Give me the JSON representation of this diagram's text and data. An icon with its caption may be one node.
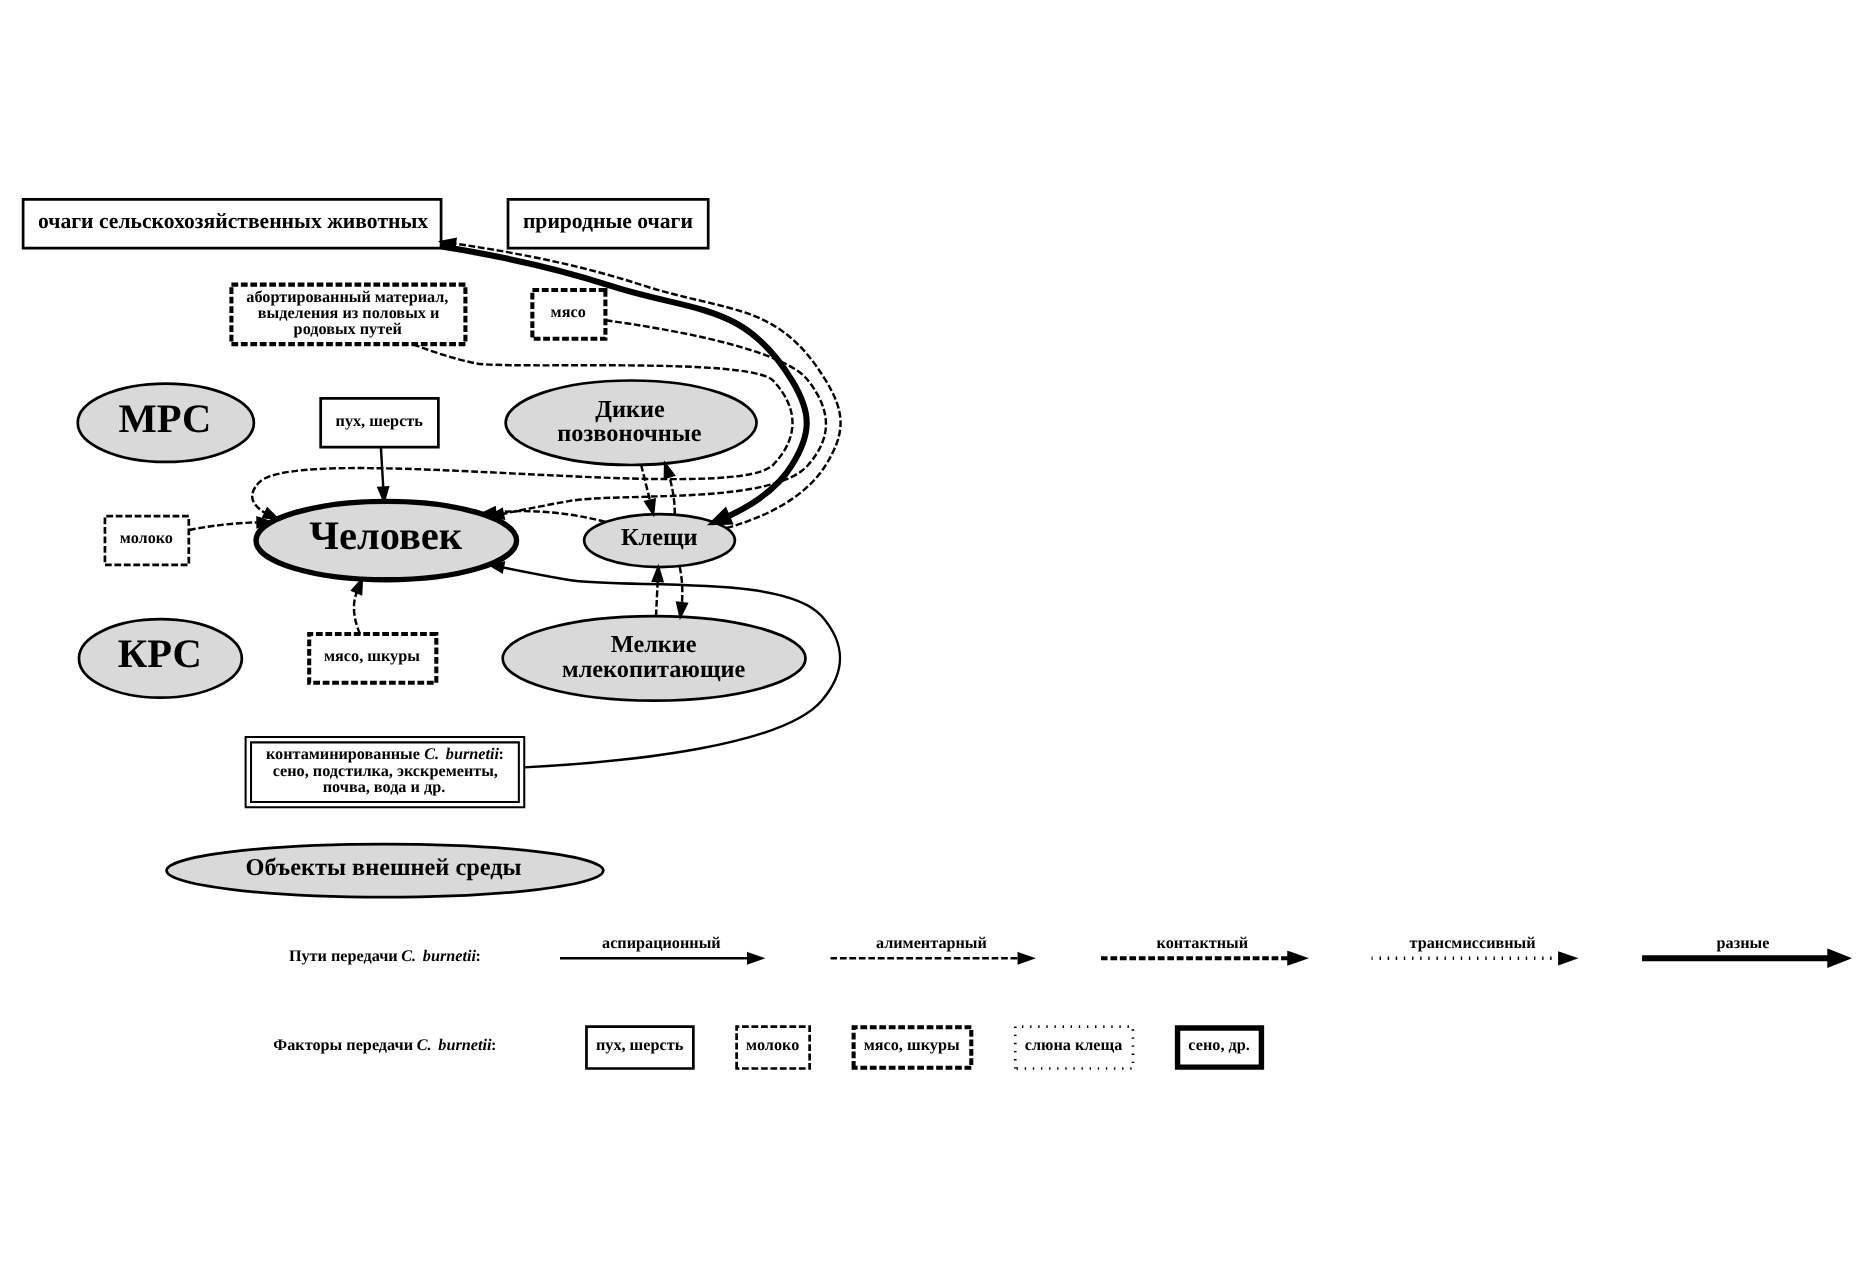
{
  "diagram": {
    "nodes": [
      {
        "text": [
          "очаги сельскохозяйственных животных"
        ]
      },
      {
        "text": [
          "природные очаги"
        ]
      },
      {
        "text": [
          "абортированный материал, выделения из половых и родовых путей"
        ]
      },
      {
        "text": [
          "мясо"
        ]
      },
      {
        "text": [
          "МРС"
        ]
      },
      {
        "text": [
          "пух, шерсть"
        ]
      },
      {
        "text": [
          "Дикие позвоночные"
        ]
      },
      {
        "text": [
          "молоко"
        ]
      },
      {
        "text": [
          "Человек"
        ]
      },
      {
        "text": [
          "Клещи"
        ]
      },
      {
        "text": [
          "КРС"
        ]
      },
      {
        "text": [
          "мясо, шкуры"
        ]
      },
      {
        "text": [
          "Мелкие млекопитающие"
        ]
      },
      {
        "text": [
          "контаминированные *C. burnetii*: сено, подстилка, экскременты, почва, вода и др."
        ]
      },
      {
        "text": [
          "Объекты внешней среды"
        ]
      }
    ],
    "edges": [
      {
        "from": 0,
        "to": 9,
        "arrow": "to",
        "style": "thick"
      },
      {
        "from": 9,
        "to": 0,
        "arrow": "to",
        "style": "dashed"
      },
      {
        "from": 2,
        "to": 8,
        "arrow": "to",
        "style": "dashed"
      },
      {
        "from": 3,
        "to": 8,
        "arrow": "to",
        "style": "dashed"
      },
      {
        "from": 5,
        "to": 8,
        "arrow": "to"
      },
      {
        "from": 7,
        "to": 8,
        "arrow": "to",
        "style": "dashed"
      },
      {
        "from": 11,
        "to": 8,
        "arrow": "to",
        "style": "dashed"
      },
      {
        "from": 13,
        "to": 8,
        "arrow": "to"
      },
      {
        "from": 9,
        "to": 8,
        "arrow": "to",
        "style": "dashed"
      },
      {
        "from": 6,
        "to": 9,
        "arrow": "to",
        "style": "dashed"
      },
      {
        "from": 9,
        "to": 6,
        "arrow": "to",
        "style": "dashed"
      },
      {
        "from": 12,
        "to": 9,
        "arrow": "to",
        "style": "dashed"
      },
      {
        "from": 9,
        "to": 12,
        "arrow": "to",
        "style": "dashed"
      }
    ],
    "labels": [
      "Пути передачи *C. burnetii*:",
      "Факторы передачи *C. burnetii*:"
    ],
    "legend": [
      {
        "text": "аспирационный"
      },
      {
        "text": "алиментарный"
      },
      {
        "text": "контактный"
      },
      {
        "text": "трансмиссивный"
      },
      {
        "text": "разные"
      },
      {
        "text": "пух, шерсть"
      },
      {
        "text": "молоко"
      },
      {
        "text": "мясо, шкуры"
      },
      {
        "text": "слюна клеща"
      },
      {
        "text": "сено, др."
      }
    ]
  }
}
